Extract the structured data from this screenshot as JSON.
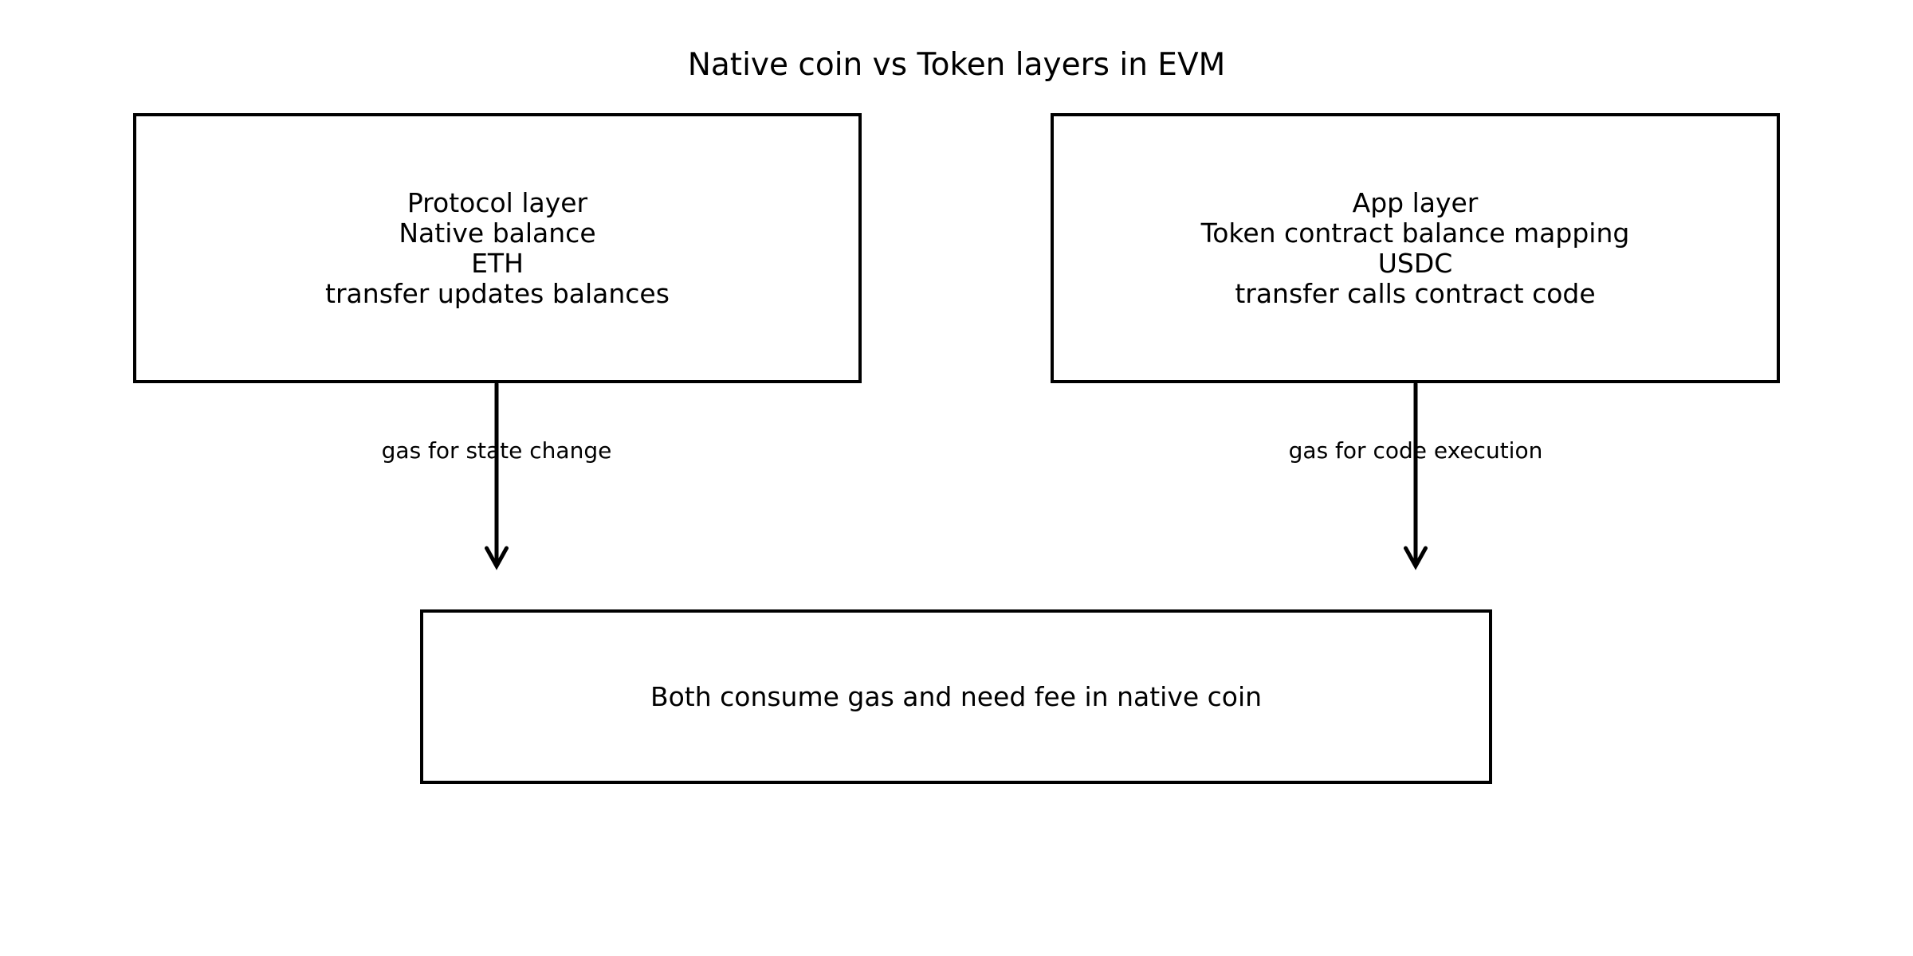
{
  "title": "Native coin vs Token layers in EVM",
  "colors": {
    "ink": "#000000",
    "background": "#ffffff"
  },
  "boxes": {
    "protocol": {
      "lines": [
        "Protocol layer",
        "Native balance",
        "ETH",
        "transfer updates balances"
      ]
    },
    "app": {
      "lines": [
        "App layer",
        "Token contract balance mapping",
        "USDC",
        "transfer calls contract code"
      ]
    },
    "bottom": {
      "text": "Both consume gas and need fee in native coin"
    }
  },
  "arrows": {
    "left": {
      "label": "gas for state change"
    },
    "right": {
      "label": "gas for code execution"
    }
  }
}
